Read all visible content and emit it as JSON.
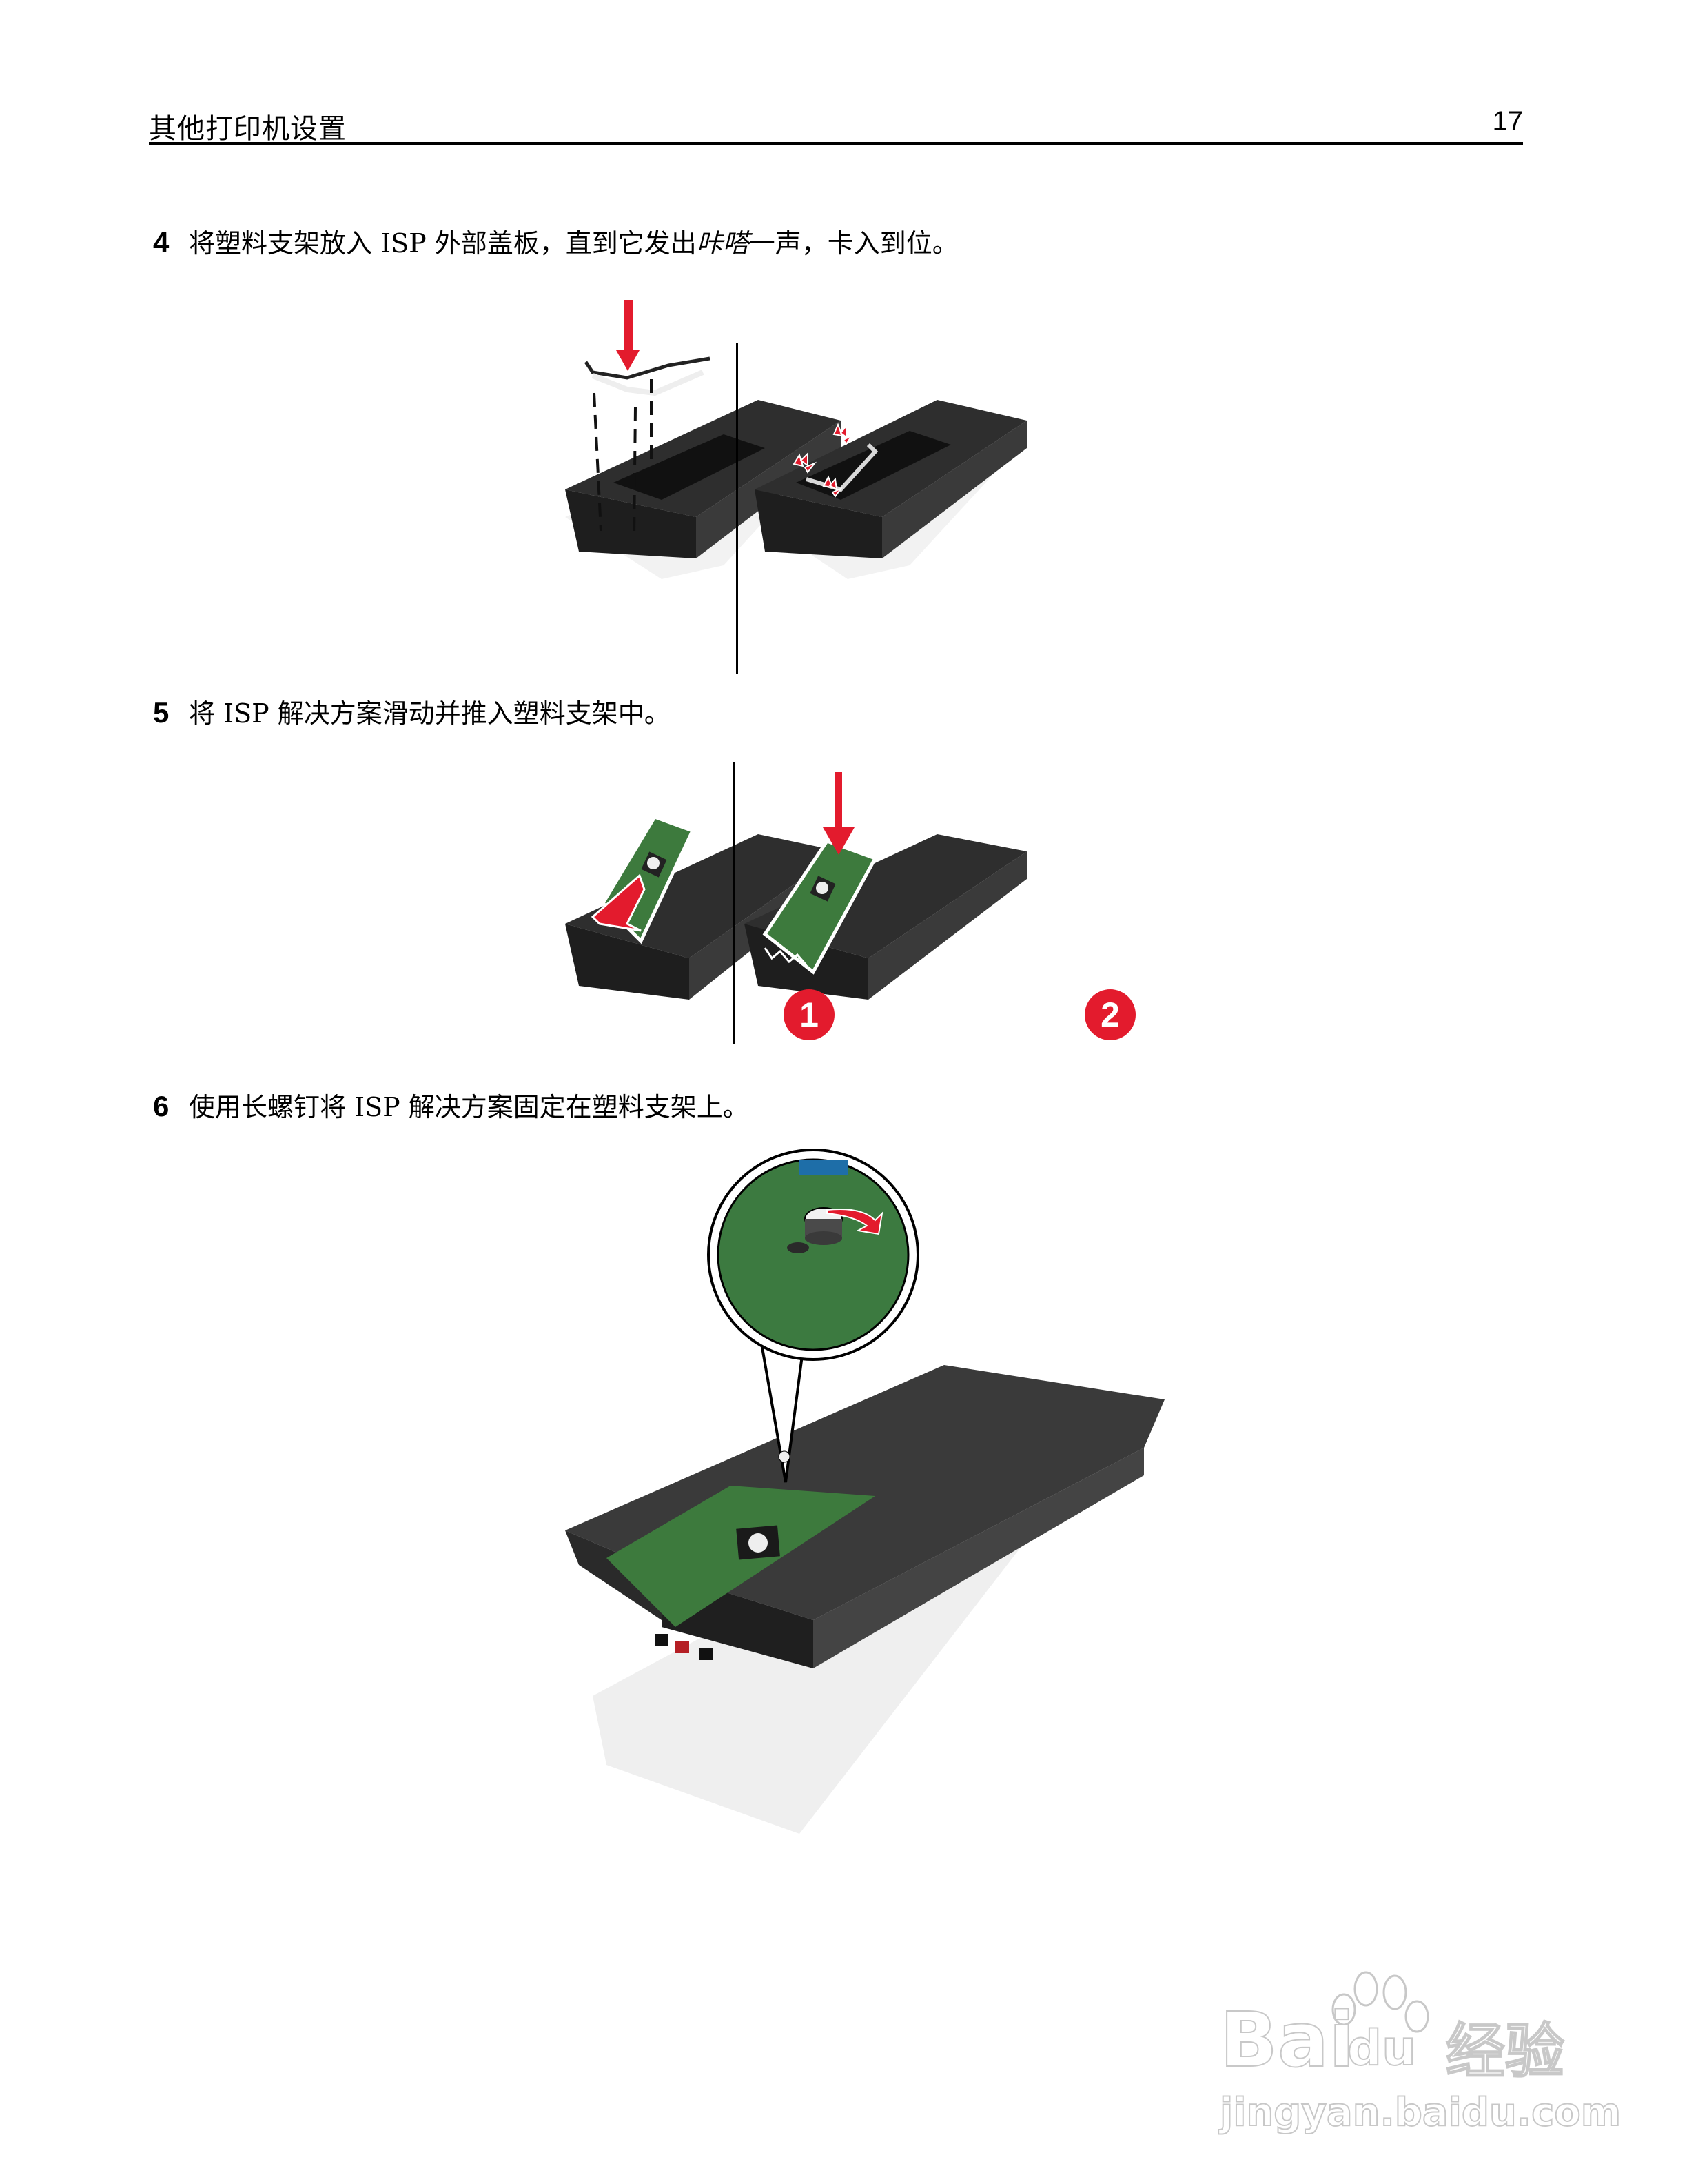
{
  "header": {
    "title": "其他打印机设置",
    "page_number": "17"
  },
  "steps": [
    {
      "number": "4",
      "text_before": "将塑料支架放入 ISP 外部盖板，直到它发出",
      "text_italic": "咔嗒",
      "text_after": "一声，卡入到位。",
      "figure": "plastic-bracket-into-isp-cover-illustration"
    },
    {
      "number": "5",
      "text": "将 ISP 解决方案滑动并推入塑料支架中。",
      "figure": "slide-and-push-isp-into-bracket-illustration",
      "callouts": [
        "1",
        "2"
      ]
    },
    {
      "number": "6",
      "text": "使用长螺钉将 ISP 解决方案固定在塑料支架上。",
      "figure": "secure-isp-with-long-screw-illustration"
    }
  ],
  "watermark": {
    "brand": "Bai",
    "brand_paw": "du",
    "product": "经验",
    "url": "jingyan.baidu.com"
  },
  "colors": {
    "accent_red": "#e31b2d",
    "board_green": "#3d7a3d",
    "cover_dark": "#2b2b2b"
  }
}
